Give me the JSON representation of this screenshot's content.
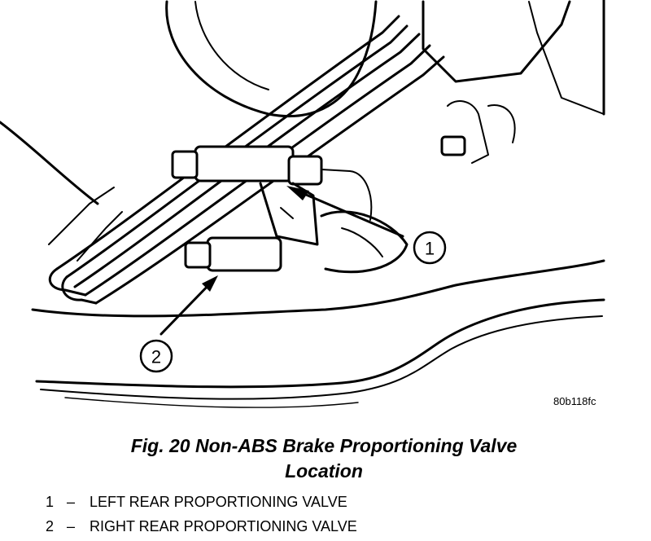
{
  "figure": {
    "image_code": "80b118fc",
    "callouts": [
      {
        "number": "1"
      },
      {
        "number": "2"
      }
    ]
  },
  "caption": {
    "line1": "Fig. 20 Non-ABS Brake Proportioning Valve",
    "line2": "Location"
  },
  "legend": [
    {
      "number": "1",
      "separator": "–",
      "text": "LEFT REAR PROPORTIONING VALVE"
    },
    {
      "number": "2",
      "separator": "–",
      "text": "RIGHT REAR PROPORTIONING VALVE"
    }
  ]
}
